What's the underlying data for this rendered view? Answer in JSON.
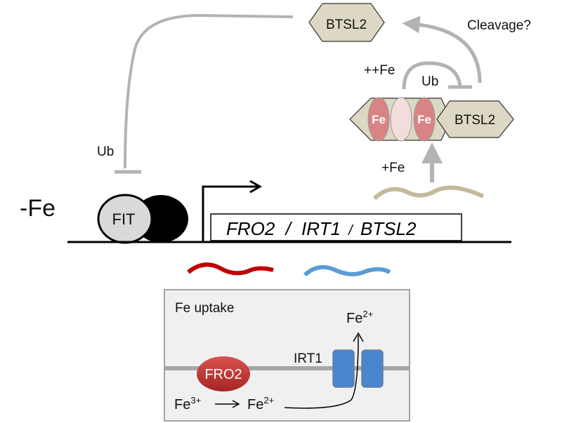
{
  "labels": {
    "condition": "-Fe",
    "fit": "FIT",
    "gene_box": [
      "FRO2",
      "/",
      "IRT1",
      "/",
      "BTSL2"
    ],
    "ub_left": "Ub",
    "btsl2_top": "BTSL2",
    "cleavage": "Cleavage?",
    "plus_plus_fe": "++Fe",
    "ub_right": "Ub",
    "fe_left": "Fe",
    "fe_right": "Fe",
    "btsl2_complex": "BTSL2",
    "plus_fe": "+Fe",
    "uptake_title": "Fe uptake",
    "fe2_top_base": "Fe",
    "fe2_top_sup": "2+",
    "irt1": "IRT1",
    "fro2": "FRO2",
    "fe3_base": "Fe",
    "fe3_sup": "3+",
    "fe2_bottom_base": "Fe",
    "fe2_bottom_sup": "2+"
  },
  "colors": {
    "gray_arrow": "#b3b3b3",
    "hex_fill": "#ddd8c4",
    "fe_oval": "#d98484",
    "empty_oval": "#f2dcdc",
    "mrna_fro2": "#c00000",
    "mrna_irt1": "#5b9bd5",
    "mrna_btsl2": "#c4b99a",
    "fro2_protein": "#c0302e",
    "irt1_protein": "#4a86cf",
    "box_bg": "#f0f0f0",
    "membrane": "#a6a6a6"
  }
}
